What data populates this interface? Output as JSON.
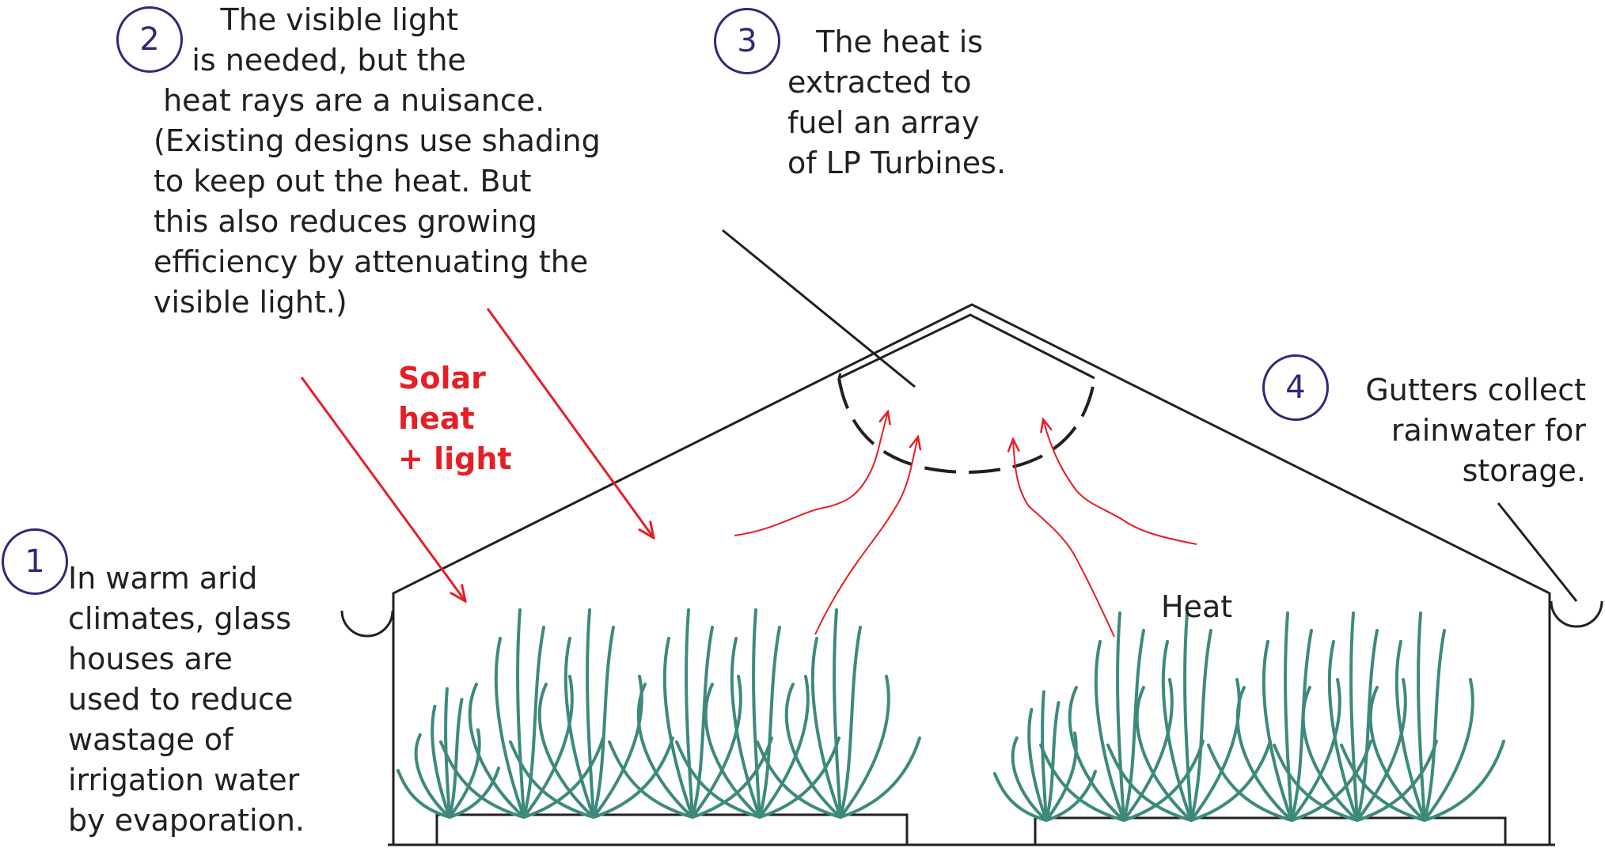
{
  "colors": {
    "outline": "#231f20",
    "solar": "#e41f26",
    "badge": "#2e2a7a",
    "plant": "#3d8a7c"
  },
  "annotations": [
    {
      "number": "1",
      "text": "In warm arid\nclimates, glass\nhouses are\nused to reduce\nwastage of\nirrigation water\nby evaporation."
    },
    {
      "number": "2",
      "text": "       The visible light\n    is needed, but the\n heat rays are a nuisance.\n(Existing designs use shading\nto keep out the heat. But\nthis also reduces growing\nefficiency by attenuating the\nvisible light.)"
    },
    {
      "number": "3",
      "text": "   The heat is\nextracted to\nfuel an array\nof LP Turbines."
    },
    {
      "number": "4",
      "text": "Gutters collect\nrainwater for\nstorage."
    }
  ],
  "labels": {
    "solar": "Solar\nheat\n+ light",
    "heat": "Heat"
  }
}
